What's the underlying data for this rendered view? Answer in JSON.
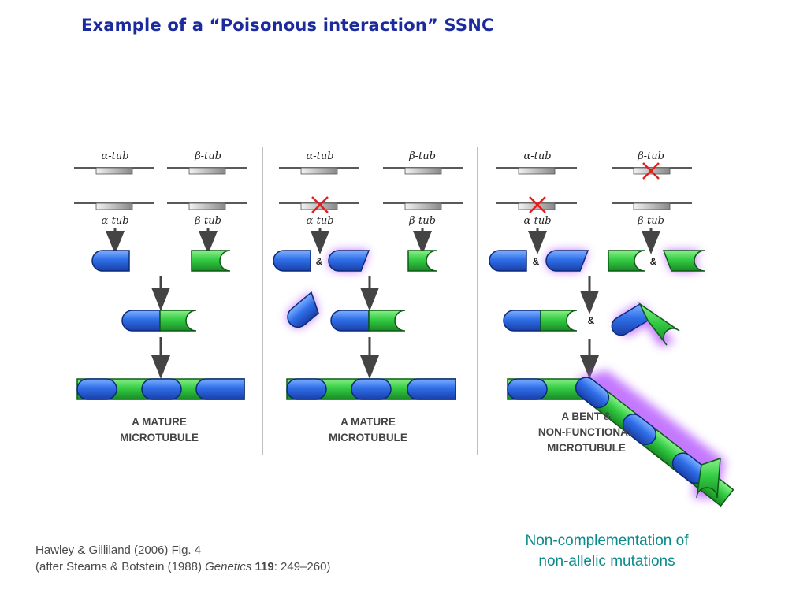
{
  "title": "Example of a “Poisonous interaction” SSNC",
  "gene_labels": {
    "alpha": "α-tub",
    "beta": "β-tub"
  },
  "connector": "&",
  "panels": [
    {
      "caption_line1": "A MATURE",
      "caption_line2": "MICROTUBULE",
      "caption_line3": ""
    },
    {
      "caption_line1": "A MATURE",
      "caption_line2": "MICROTUBULE",
      "caption_line3": ""
    },
    {
      "caption_line1": "A BENT &",
      "caption_line2": "NON-FUNCTIONAL",
      "caption_line3": "MICROTUBULE"
    }
  ],
  "citation": {
    "line1": "Hawley & Gilliland (2006) Fig. 4",
    "line2_prefix": "(after Stearns & Botstein (1988) ",
    "journal": "Genetics",
    "volume": "119",
    "pages": ": 249–260)"
  },
  "conclusion": {
    "line1": "Non-complementation of",
    "line2": "non-allelic mutations"
  },
  "colors": {
    "title": "#1b2a9c",
    "alpha_subunit": "#2f6ee8",
    "beta_subunit": "#33cc44",
    "mutant_glow": "#b04cff",
    "mutation_x": "#e02020",
    "conclusion": "#0a8a8a"
  }
}
